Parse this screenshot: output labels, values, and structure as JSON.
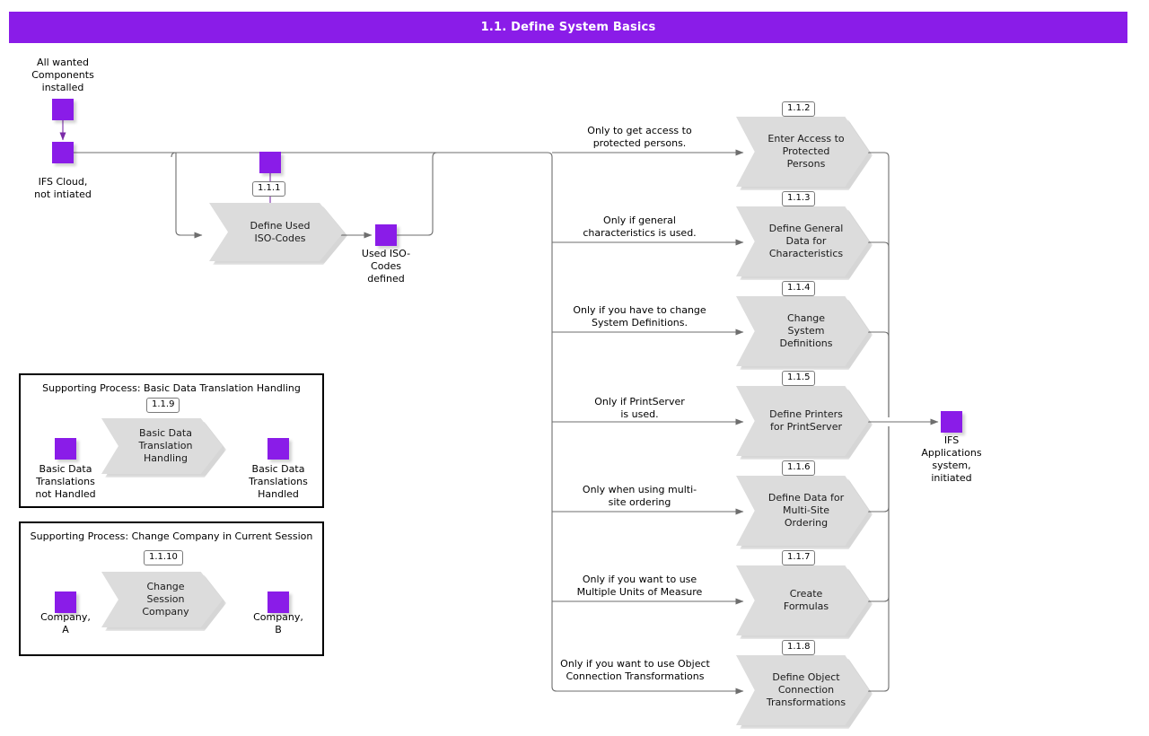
{
  "header": {
    "title": "1.1. Define System Basics",
    "bar_color": "#8A1CE8"
  },
  "colors": {
    "state_purple": "#8A1CE8",
    "process_gray": "#DCDCDC",
    "connector_gray": "#6E6E6E",
    "purple_connector": "#7B2BA8"
  },
  "start_flow": {
    "start_state_label": "All wanted\nComponents\ninstalled",
    "second_state_label": "IFS Cloud,\nnot intiated"
  },
  "iso_flow": {
    "trigger_state_label": "",
    "badge": "1.1.1",
    "process_label": "Define Used\nISO-Codes",
    "result_state_label": "Used ISO-\nCodes\ndefined"
  },
  "end_state": {
    "label": "IFS\nApplications\nsystem,\ninitiated"
  },
  "main_processes": [
    {
      "badge": "1.1.2",
      "label": "Enter Access to\nProtected\nPersons",
      "condition": "Only to get access to\nprotected persons."
    },
    {
      "badge": "1.1.3",
      "label": "Define General\nData for\nCharacteristics",
      "condition": "Only if general\ncharacteristics is used."
    },
    {
      "badge": "1.1.4",
      "label": "Change\nSystem\nDefinitions",
      "condition": "Only if you have to  change\nSystem Definitions."
    },
    {
      "badge": "1.1.5",
      "label": "Define Printers\nfor PrintServer",
      "condition": "Only if PrintServer\nis used."
    },
    {
      "badge": "1.1.6",
      "label": "Define Data for\nMulti-Site\nOrdering",
      "condition": "Only when using multi-\nsite ordering"
    },
    {
      "badge": "1.1.7",
      "label": "Create\nFormulas",
      "condition": "Only if you want to use\nMultiple Units of Measure"
    },
    {
      "badge": "1.1.8",
      "label": "Define Object\nConnection\nTransformations",
      "condition": "Only if you want to use Object\nConnection Transformations"
    }
  ],
  "supporting_processes": [
    {
      "title": "Supporting Process: Basic Data Translation Handling",
      "badge": "1.1.9",
      "process_label": "Basic Data\nTranslation\nHandling",
      "input_label": "Basic Data\nTranslations\nnot Handled",
      "output_label": "Basic Data\nTranslations\nHandled"
    },
    {
      "title": "Supporting Process: Change Company in Current Session",
      "badge": "1.1.10",
      "process_label": "Change\nSession\nCompany",
      "input_label": "Company,\nA",
      "output_label": "Company,\nB"
    }
  ]
}
